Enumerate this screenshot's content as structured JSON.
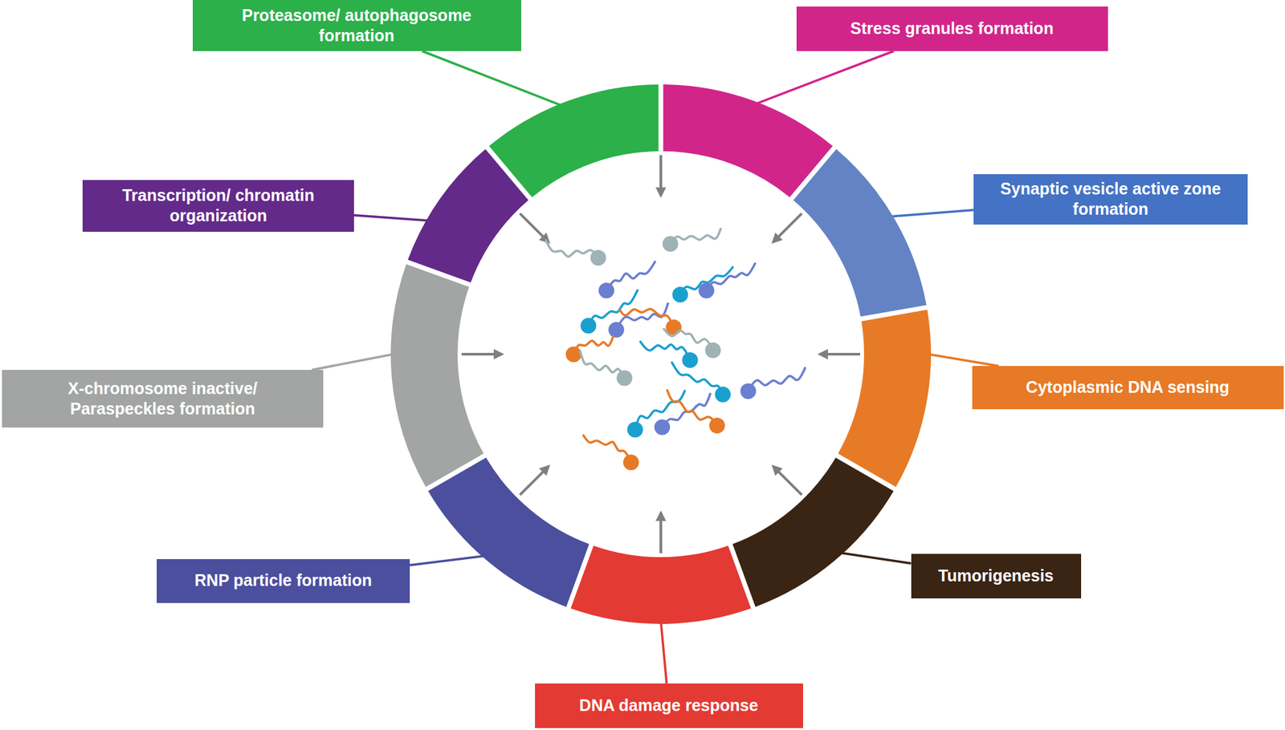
{
  "diagram": {
    "nodes": [
      {
        "text": [
          "Proteasome/ autophagosome formation"
        ]
      },
      {
        "text": [
          "Stress granules formation"
        ]
      },
      {
        "text": [
          "Synaptic vesicle active zone formation"
        ]
      },
      {
        "text": [
          "Cytoplasmic DNA sensing"
        ]
      },
      {
        "text": [
          "Tumorigenesis"
        ]
      },
      {
        "text": [
          "DNA damage response"
        ]
      },
      {
        "text": [
          "RNP particle formation"
        ]
      },
      {
        "text": [
          "X-chromosome inactive/ Paraspeckles formation"
        ]
      },
      {
        "text": [
          "Transcription/ chromatin organization"
        ]
      }
    ]
  }
}
